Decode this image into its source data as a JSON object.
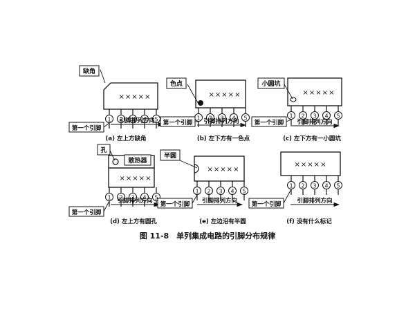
{
  "figure": {
    "caption": "图 11-8　单列集成电路的引脚分布规律",
    "chip_marking": "×××××",
    "pin_numbers": [
      "①",
      "②",
      "③",
      "④",
      "⑤"
    ],
    "first_pin_label": "第一个引脚",
    "direction_label": "引脚排列方向",
    "panels": [
      {
        "id": "a",
        "caption": "(a) 左上方缺角",
        "callouts": [
          "缺角"
        ]
      },
      {
        "id": "b",
        "caption": "(b) 左下方有一色点",
        "callouts": [
          "色点"
        ]
      },
      {
        "id": "c",
        "caption": "(c) 左下方有一小圆坑",
        "callouts": [
          "小圆坑"
        ]
      },
      {
        "id": "d",
        "caption": "(d) 左上方有圆孔",
        "callouts": [
          "孔",
          "散热器"
        ]
      },
      {
        "id": "e",
        "caption": "(e) 左边沿有半圆",
        "callouts": [
          "半圆"
        ]
      },
      {
        "id": "f",
        "caption": "(f) 没有什么标记",
        "callouts": []
      }
    ]
  }
}
